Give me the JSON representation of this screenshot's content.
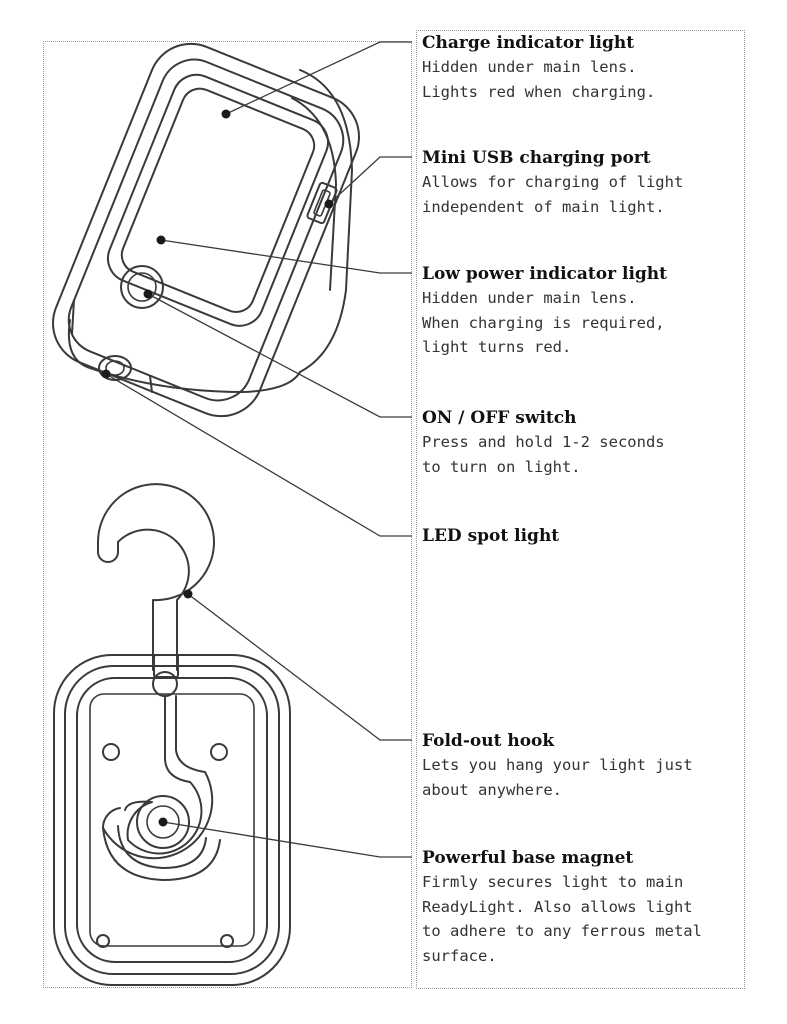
{
  "callouts": [
    {
      "title": "Charge indicator light",
      "description": "Hidden under main lens.\nLights red when charging."
    },
    {
      "title": "Mini USB charging port",
      "description": "Allows for charging of light\nindependent of main light."
    },
    {
      "title": "Low power indicator light",
      "description": "Hidden under main lens.\nWhen charging is required,\nlight turns red."
    },
    {
      "title": "ON / OFF switch",
      "description": "Press and hold 1-2 seconds\nto turn on light."
    },
    {
      "title": "LED spot light",
      "description": ""
    },
    {
      "title": "Fold-out hook",
      "description": "Lets you hang your light just\nabout anywhere."
    },
    {
      "title": "Powerful base magnet",
      "description": "Firmly secures light to main\nReadyLight. Also allows light\nto adhere to any ferrous metal\nsurface."
    }
  ]
}
